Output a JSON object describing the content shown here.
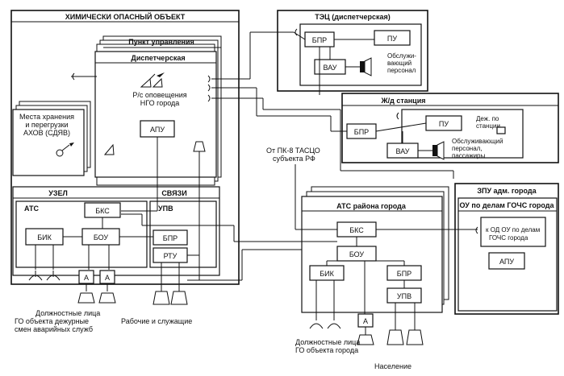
{
  "chemical_facility": {
    "title": "ХИМИЧЕСКИ ОПАСНЫЙ ОБЪЕКТ",
    "control_point": "Пункт управления",
    "dispatch": "Диспетчерская",
    "radio_line1": "Р/с оповещения",
    "radio_line2": "НГО города",
    "apu": "АПУ",
    "storage_line1": "Места хранения",
    "storage_line2": "и перегрузки",
    "storage_line3": "АХОВ (СДЯВ)",
    "node_left": "УЗЕЛ",
    "node_right": "СВЯЗИ",
    "ats": "АТС",
    "bks": "БКС",
    "bik": "БИК",
    "bou": "БОУ",
    "upv": "УПВ",
    "bpr": "БПР",
    "rtu": "РТУ",
    "amp_a1": "А",
    "amp_a2": "А",
    "officials_line1": "Должностные лица",
    "officials_line2": "ГО объекта  дежурные",
    "officials_line3": "смен аварийных служб",
    "workers": "Рабочие и служащие"
  },
  "tec": {
    "title": "ТЭЦ (диспетчерская)",
    "bpr": "БПР",
    "pu": "ПУ",
    "vau": "ВАУ",
    "staff_line1": "Обслужи-",
    "staff_line2": "вающий",
    "staff_line3": "персонал"
  },
  "railway": {
    "title": "Ж/д станция",
    "bpr": "БПР",
    "pu": "ПУ",
    "vau": "ВАУ",
    "duty_line1": "Деж. по",
    "duty_line2": "станции",
    "staff_line1": "Обслуживающий",
    "staff_line2": "персонал,",
    "staff_line3": "пассажиры"
  },
  "tascu": {
    "line1": "От ПК-8 ТАСЦО",
    "line2": "субъекта РФ"
  },
  "city_ats": {
    "title": "АТС района города",
    "bks": "БКС",
    "bou": "БОУ",
    "bik": "БИК",
    "bpr": "БПР",
    "upv": "УПВ",
    "amp_a": "А",
    "officials_line1": "Должностные лица",
    "officials_line2": "ГО объекта  города",
    "population": "Население"
  },
  "zpu": {
    "title": "ЗПУ адм. города",
    "ou_title": "ОУ  по делам ГОЧС города",
    "od_line1": "к ОД ОУ по делам",
    "od_line2": "ГОЧС города",
    "apu": "АПУ"
  }
}
